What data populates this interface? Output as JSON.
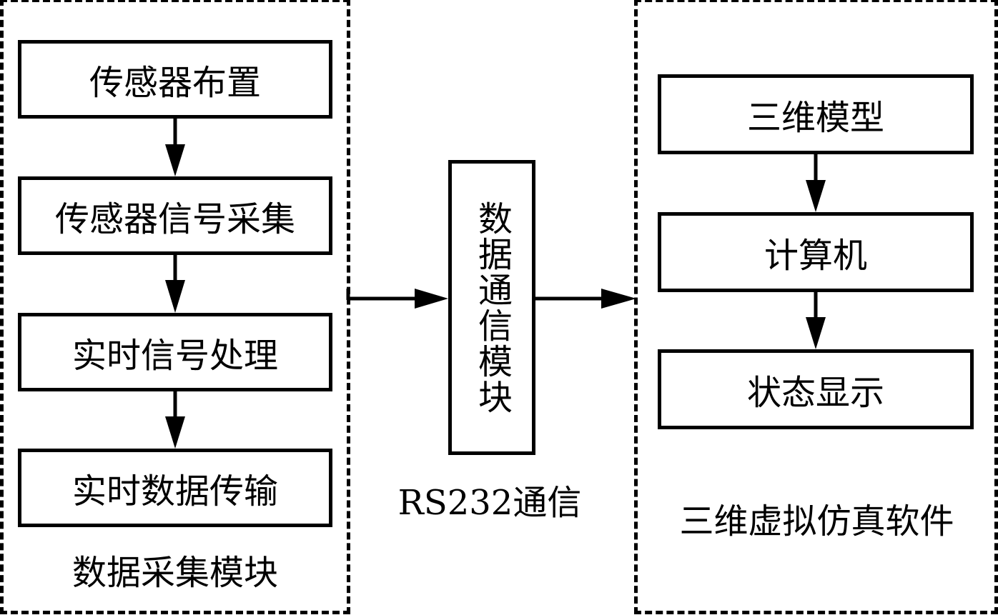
{
  "groups": {
    "acquisition": {
      "title": "数据采集模块",
      "steps": [
        "传感器布置",
        "传感器信号采集",
        "实时信号处理",
        "实时数据传输"
      ]
    },
    "communication": {
      "module": "数据通信模块",
      "caption": "RS232通信"
    },
    "simulation": {
      "title": "三维虚拟仿真软件",
      "steps": [
        "三维模型",
        "计算机",
        "状态显示"
      ]
    }
  },
  "colors": {
    "stroke": "#000000",
    "background": "#ffffff"
  }
}
